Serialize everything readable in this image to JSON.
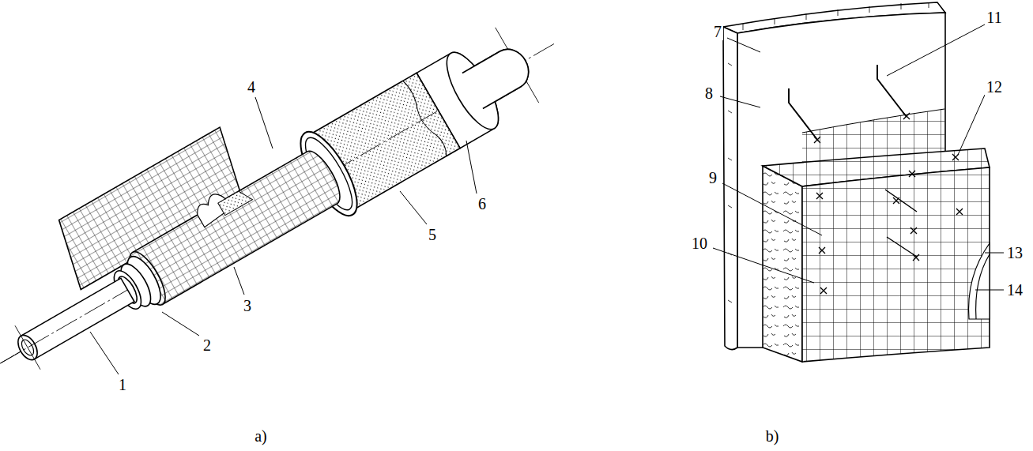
{
  "diagram": {
    "labels": [
      "1",
      "2",
      "3",
      "4",
      "5",
      "6",
      "7",
      "8",
      "9",
      "10",
      "11",
      "12",
      "13",
      "14",
      "a)",
      "b)"
    ]
  }
}
